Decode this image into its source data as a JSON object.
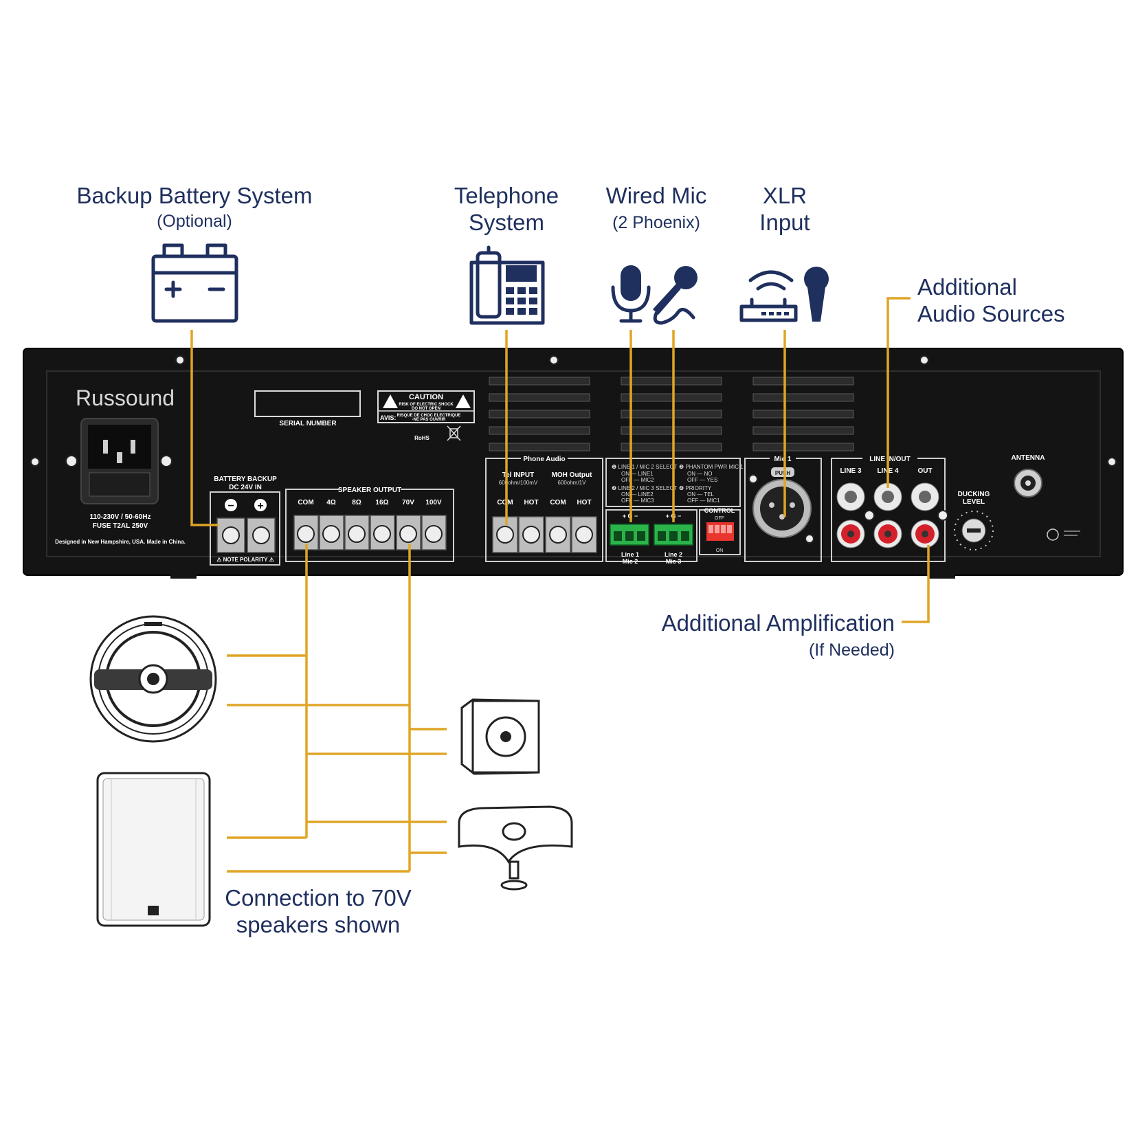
{
  "labels": {
    "battery_title": "Backup Battery System",
    "battery_sub": "(Optional)",
    "telephone_line1": "Telephone",
    "telephone_line2": "System",
    "wired_mic_title": "Wired Mic",
    "wired_mic_sub": "(2 Phoenix)",
    "xlr_line1": "XLR",
    "xlr_line2": "Input",
    "additional_line1": "Additional",
    "additional_line2": "Audio Sources",
    "amplification_title": "Additional Amplification",
    "amplification_sub": "(If Needed)",
    "connection_line1": "Connection to 70V",
    "connection_line2": "speakers shown"
  },
  "panel": {
    "brand": "Russound",
    "serial": "SERIAL NUMBER",
    "caution": "CAUTION",
    "caution_line1": "RISK OF ELECTRIC SHOCK",
    "caution_line2": "DO NOT OPEN",
    "avis": "AVIS:",
    "avis_line1": "RISQUE DE CHOC ELECTRIQUE",
    "avis_line2": "-NE PAS OUVRIR",
    "rohs": "RoHS",
    "power_line1": "110-230V / 50-60Hz",
    "power_line2": "FUSE T2AL 250V",
    "designed": "Designed in New Hampshire, USA. Made in China.",
    "battery_backup": "BATTERY BACKUP",
    "dc_in": "DC 24V IN",
    "minus": "−",
    "plus": "+",
    "note_polarity": "⚠ NOTE POLARITY ⚠",
    "speaker_output": "SPEAKER OUTPUT",
    "speaker_terms": [
      "COM",
      "4Ω",
      "8Ω",
      "16Ω",
      "70V",
      "100V"
    ],
    "phone_audio": "Phone Audio",
    "tel_input": "Tel INPUT",
    "tel_input_spec": "600ohm/100mV",
    "moh_output": "MOH Output",
    "moh_output_spec": "600ohm/1V",
    "phone_terms": [
      "COM",
      "HOT",
      "COM",
      "HOT"
    ],
    "dip_1": "❶ LINE 1 / MIC 2 SELECT",
    "dip_1_on": "ON — LINE1",
    "dip_1_off": "OFF — MIC2",
    "dip_2": "❷ LINE 2 / MIC 3 SELECT",
    "dip_2_on": "ON — LINE2",
    "dip_2_off": "OFF — MIC3",
    "dip_3": "❸ PHANTOM PWR MIC 1",
    "dip_3_on": "ON — NO",
    "dip_3_off": "OFF — YES",
    "dip_4": "❹ PRIORITY",
    "dip_4_on": "ON — TEL",
    "dip_4_off": "OFF — MIC1",
    "control": "CONTROL",
    "control_off": "OFF",
    "control_on": "ON",
    "phoenix_pol": "+ G −",
    "line1": "Line 1",
    "mic2": "Mic 2",
    "line2": "Line 2",
    "mic3": "Mic 3",
    "mic1": "Mic 1",
    "push": "PUSH",
    "line_in_out": "LINE IN/OUT",
    "line3": "LINE 3",
    "line4": "LINE 4",
    "out": "OUT",
    "ducking": "DUCKING",
    "level": "LEVEL",
    "antenna": "ANTENNA"
  },
  "colors": {
    "label_navy": "#1f2f5e",
    "wire_gold": "#e0a526",
    "panel_black": "#141414",
    "rca_red": "#d4202a",
    "phoenix_green": "#2bb34a",
    "dip_red": "#e8352d"
  }
}
